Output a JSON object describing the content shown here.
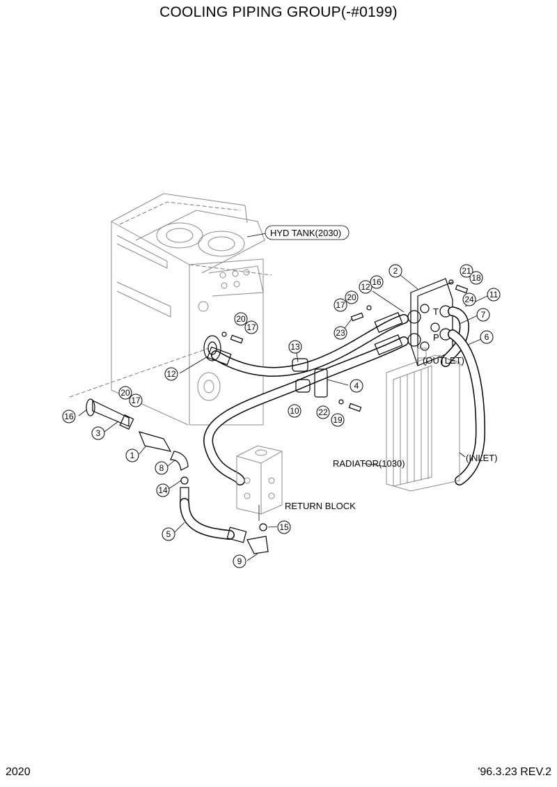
{
  "title": "COOLING PIPING GROUP(-#0199)",
  "footer": {
    "page": "2020",
    "revision": "'96.3.23  REV.2"
  },
  "labels": {
    "hyd_tank": "HYD TANK(2030)",
    "outlet": "(OUTLET)",
    "inlet": "(INLET)",
    "radiator": "RADIATOR(1030)",
    "return_block": "RETURN BLOCK",
    "port_t": "T",
    "port_p": "P"
  },
  "callouts": [
    "2",
    "21",
    "18",
    "12",
    "16",
    "17",
    "20",
    "24",
    "11",
    "7",
    "23",
    "6",
    "20",
    "17",
    "13",
    "12",
    "4",
    "10",
    "22",
    "19",
    "20",
    "17",
    "16",
    "3",
    "1",
    "8",
    "14",
    "5",
    "15",
    "9"
  ]
}
